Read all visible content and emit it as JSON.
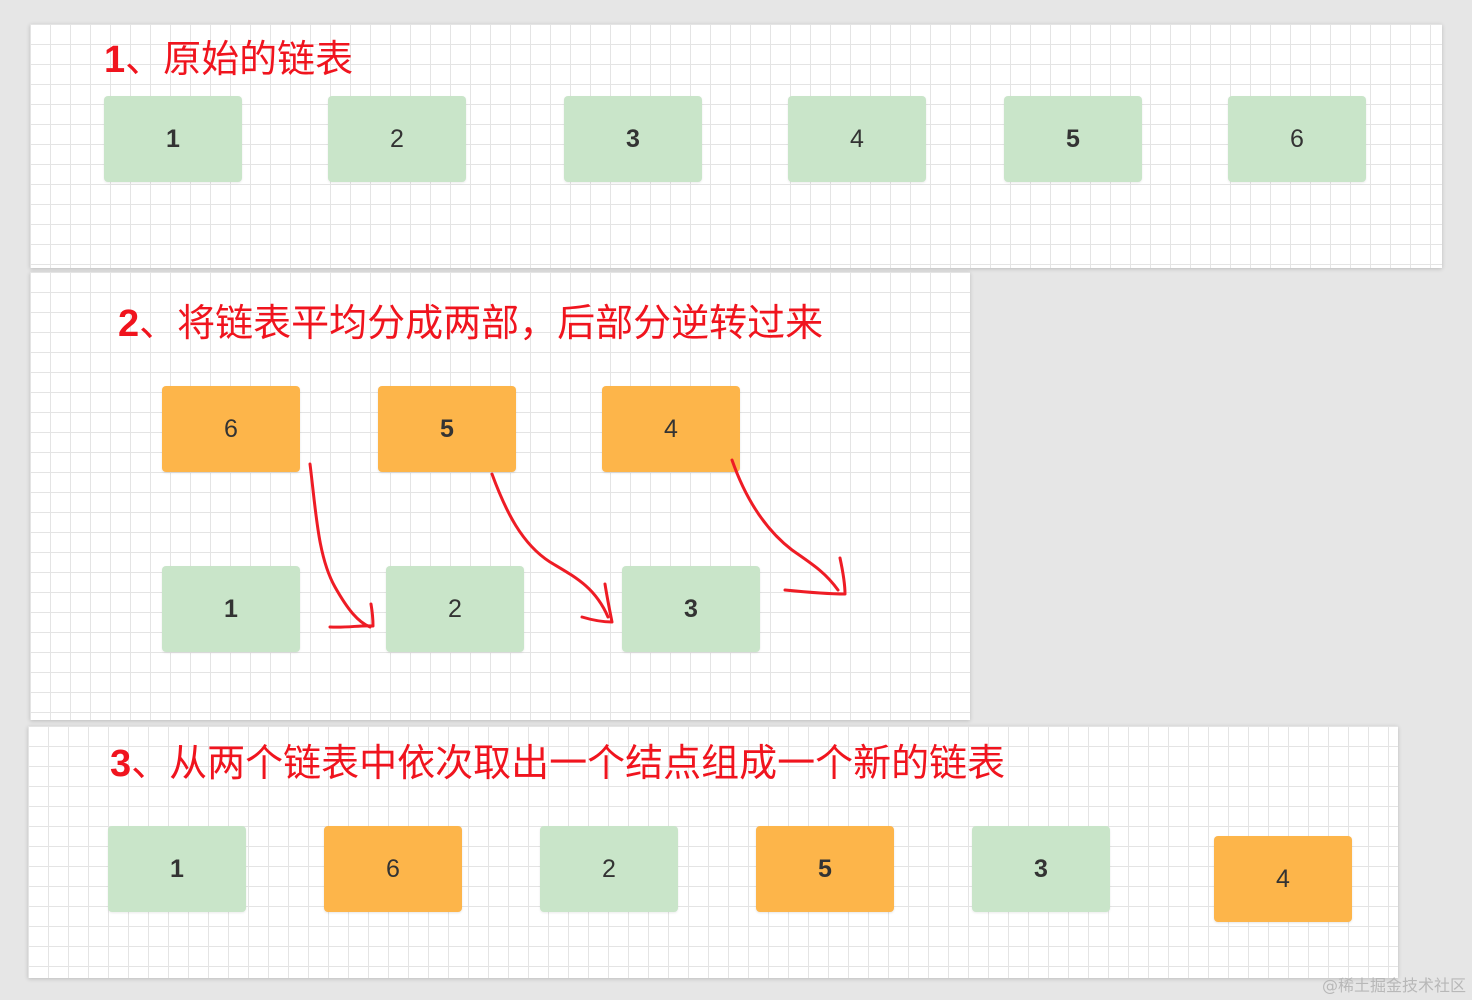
{
  "colors": {
    "heading": "#f0141e",
    "node_green": "#c9e5c9",
    "node_orange": "#fdb54a",
    "arrow": "#ee1c25"
  },
  "step1": {
    "num": "1",
    "text": "、原始的链表",
    "nodes": [
      "1",
      "2",
      "3",
      "4",
      "5",
      "6"
    ]
  },
  "step2": {
    "num": "2",
    "text": "、将链表平均分成两部，后部分逆转过来",
    "reversed_nodes": [
      "6",
      "5",
      "4"
    ],
    "front_nodes": [
      "1",
      "2",
      "3"
    ]
  },
  "step3": {
    "num": "3",
    "text": "、从两个链表中依次取出一个结点组成一个新的链表",
    "nodes": [
      "1",
      "6",
      "2",
      "5",
      "3",
      "4"
    ]
  },
  "watermark": "@稀土掘金技术社区"
}
